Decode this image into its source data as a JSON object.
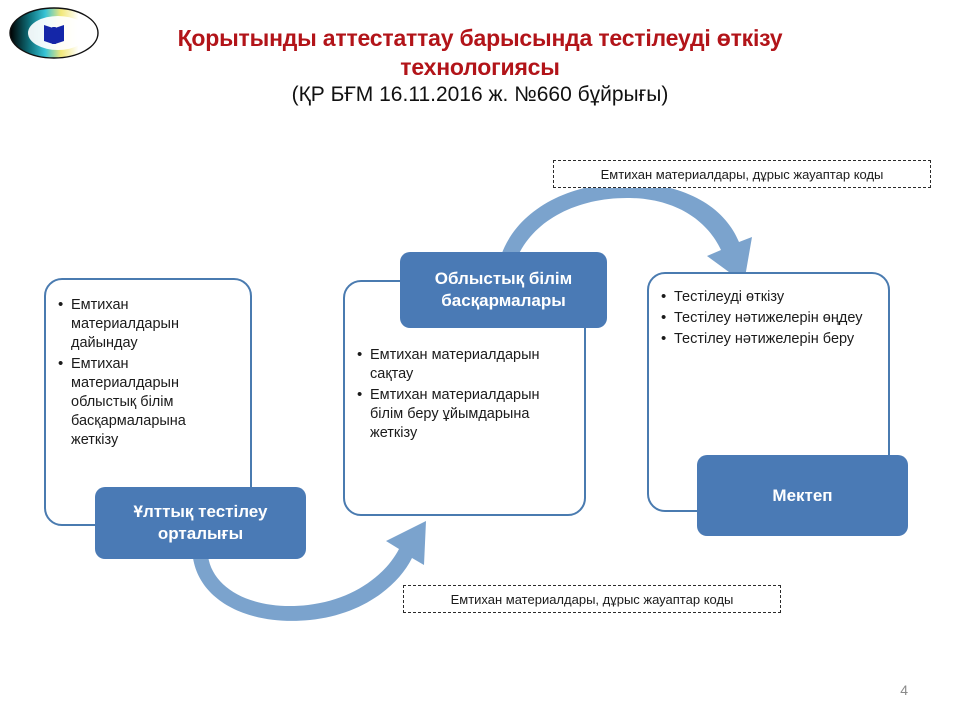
{
  "slide": {
    "title_main": "Қорытынды аттестаттау барысында тестілеуді өткізу технологиясы",
    "title_sub": "(ҚР БҒМ 16.11.2016 ж. №660 бұйрығы)",
    "page_number": "4"
  },
  "colors": {
    "title_red": "#b21419",
    "box_blue": "#4a7ab5",
    "panel_border": "#4a7bb0",
    "arrow_blue": "#7ba3cd",
    "page_number_gray": "#8a8a8a"
  },
  "logo": {
    "name": "book-emblem-logo"
  },
  "panels": {
    "left": {
      "bullets": [
        "Емтихан материалдарын дайындау",
        "Емтихан материалдарын облыстық білім басқармаларына жеткізу"
      ],
      "label": "Ұлттық тестілеу орталығы"
    },
    "middle": {
      "bullets": [
        "Емтихан материалдарын сақтау",
        "Емтихан материалдарын білім беру ұйымдарына жеткізу"
      ],
      "label": "Облыстық білім басқармалары"
    },
    "right": {
      "bullets": [
        "Тестілеуді өткізу",
        "Тестілеу нәтижелерін өңдеу",
        "Тестілеу нәтижелерін беру"
      ],
      "label": "Мектеп"
    }
  },
  "callouts": {
    "top": "Емтихан материалдары, дұрыс жауаптар коды",
    "bottom": "Емтихан материалдары, дұрыс жауаптар коды"
  },
  "arrows": [
    {
      "name": "arrow-oblast-to-school",
      "direction": "left-to-right-over-top"
    },
    {
      "name": "arrow-ntc-to-oblast",
      "direction": "left-to-right-under-bottom"
    }
  ]
}
